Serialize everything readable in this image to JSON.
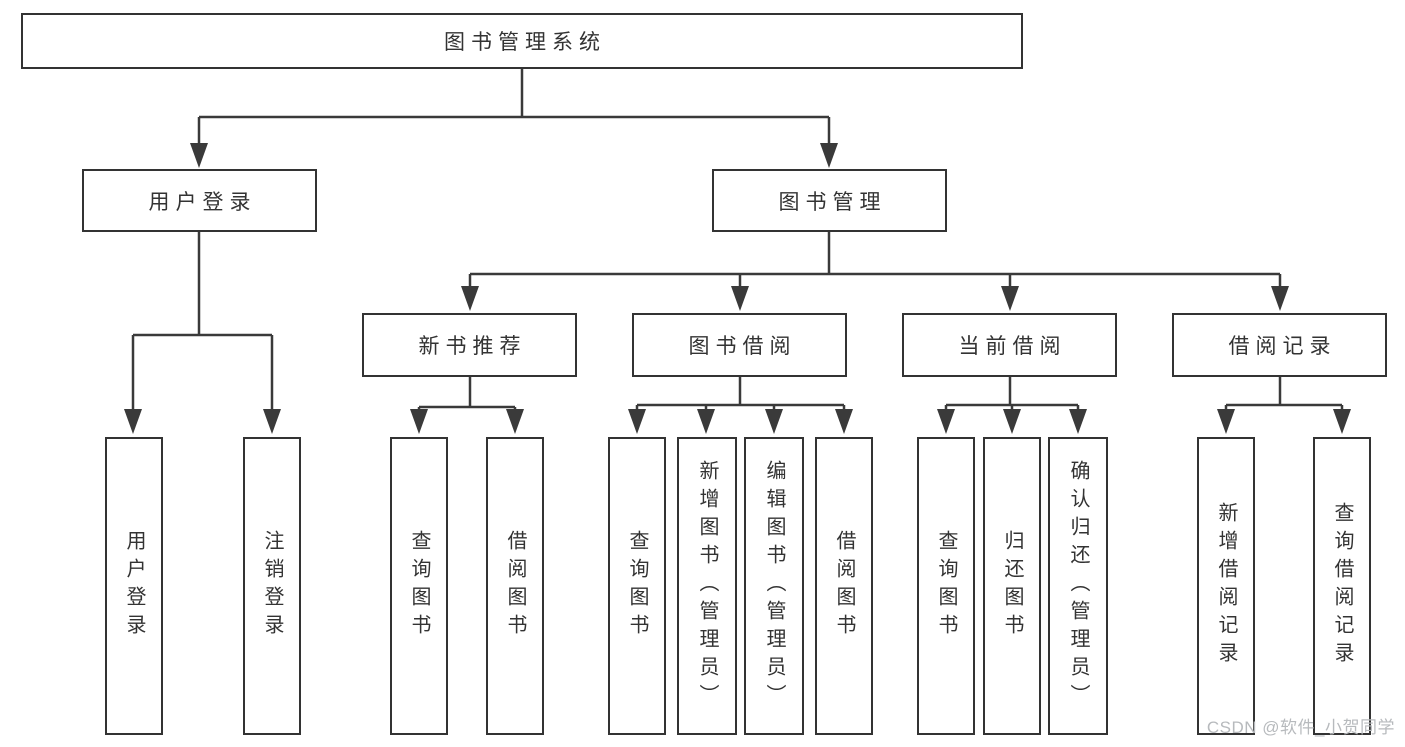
{
  "tree": {
    "root": {
      "label": "图书管理系统",
      "children": [
        {
          "label": "用户登录",
          "children": [
            {
              "label": "用户登录"
            },
            {
              "label": "注销登录"
            }
          ]
        },
        {
          "label": "图书管理",
          "children": [
            {
              "label": "新书推荐",
              "children": [
                {
                  "label": "查询图书"
                },
                {
                  "label": "借阅图书"
                }
              ]
            },
            {
              "label": "图书借阅",
              "children": [
                {
                  "label": "查询图书"
                },
                {
                  "label": "新增图书（管理员）"
                },
                {
                  "label": "编辑图书（管理员）"
                },
                {
                  "label": "借阅图书"
                }
              ]
            },
            {
              "label": "当前借阅",
              "children": [
                {
                  "label": "查询图书"
                },
                {
                  "label": "归还图书"
                },
                {
                  "label": "确认归还（管理员）"
                }
              ]
            },
            {
              "label": "借阅记录",
              "children": [
                {
                  "label": "新增借阅记录"
                },
                {
                  "label": "查询借阅记录"
                }
              ]
            }
          ]
        }
      ]
    }
  },
  "watermark": {
    "text": "CSDN @软件_小贺同学"
  },
  "colors": {
    "line": "#3a3a3a",
    "box_border": "#333333",
    "text": "#333333",
    "watermark": "#b7babd",
    "background": "#ffffff"
  }
}
